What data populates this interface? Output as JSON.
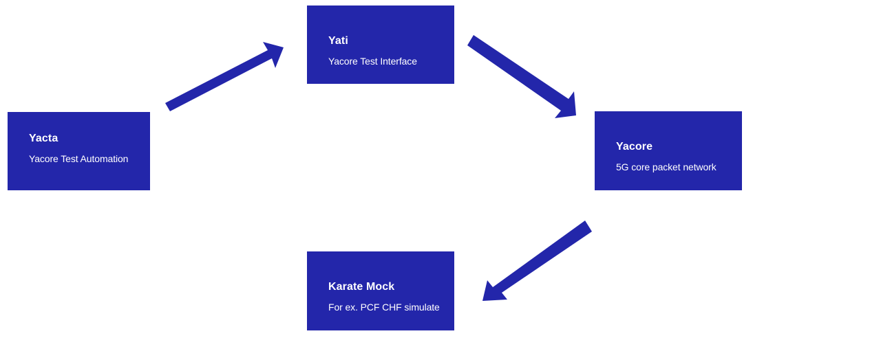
{
  "colors": {
    "node_fill": "#2326AA",
    "arrow_fill": "#2326AA",
    "text": "#FFFFFF",
    "background": "#FFFFFF"
  },
  "nodes": {
    "yacta": {
      "title": "Yacta",
      "subtitle": "Yacore Test Automation"
    },
    "yati": {
      "title": "Yati",
      "subtitle": "Yacore Test Interface"
    },
    "yacore": {
      "title": "Yacore",
      "subtitle": "5G core packet network"
    },
    "karate": {
      "title": "Karate Mock",
      "subtitle": "For ex. PCF CHF simulate"
    }
  },
  "edges": [
    {
      "from": "Yacta",
      "to": "Yati"
    },
    {
      "from": "Yati",
      "to": "Yacore"
    },
    {
      "from": "Yacore",
      "to": "Karate Mock"
    }
  ]
}
